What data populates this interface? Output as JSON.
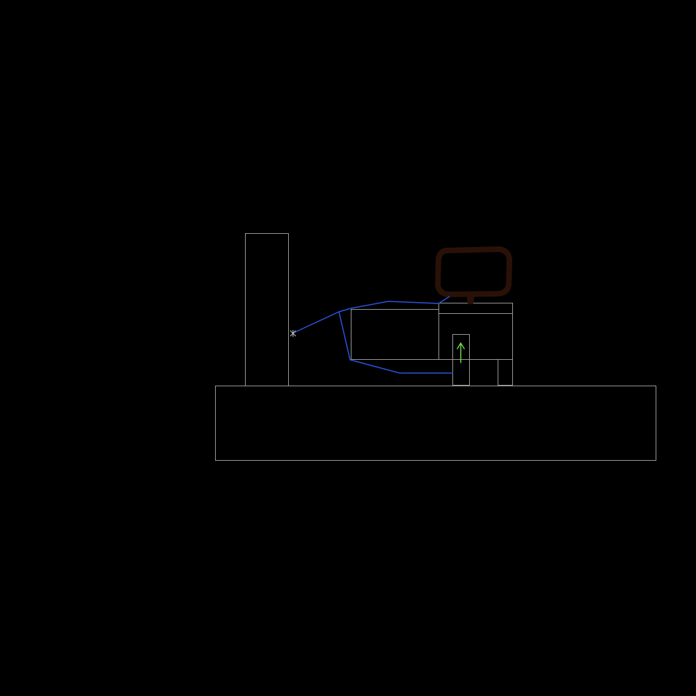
{
  "app": {
    "title": ""
  },
  "scene": {
    "background_color": "#000000",
    "outline_color": "#9a9a9a",
    "rope_color": "#2a55e0",
    "monitor_color": "#2a1108",
    "arrow_color": "#6fd84a",
    "cursor_color": "#c8c8c8",
    "objects": [
      "ground-platform",
      "tall-pillar",
      "crate-box",
      "machine-box",
      "machine-top-panel",
      "door-frame",
      "right-leg-block",
      "monitor-screen",
      "monitor-stand",
      "rope-line",
      "up-arrow-icon",
      "cursor-sparkle-icon"
    ]
  }
}
